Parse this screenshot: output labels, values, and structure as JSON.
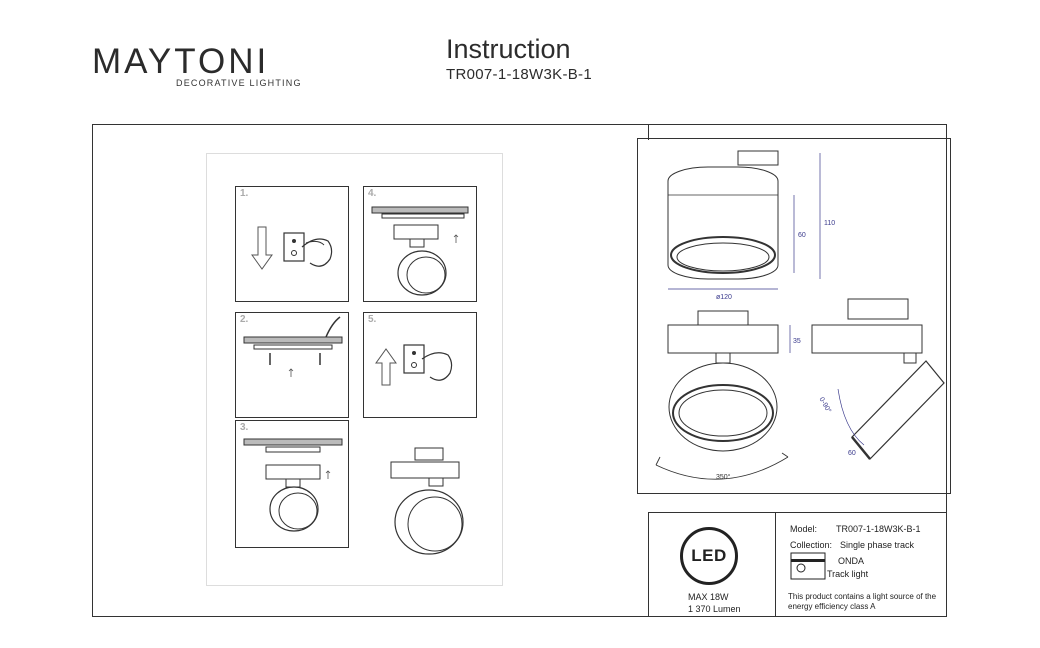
{
  "brand": {
    "name": "MAYTONI",
    "tagline": "DECORATIVE LIGHTING"
  },
  "header": {
    "title": "Instruction",
    "model_code": "TR007-1-18W3K-B-1"
  },
  "steps": [
    {
      "number": "1."
    },
    {
      "number": "2."
    },
    {
      "number": "3."
    },
    {
      "number": "4."
    },
    {
      "number": "5."
    }
  ],
  "drawing": {
    "dim_diameter": "ø120",
    "dim_height_total": "110",
    "dim_height_shade": "60",
    "dim_track": "35",
    "dim_tilt": "0-90°",
    "dim_depth": "60",
    "dim_rotation": "350°"
  },
  "spec": {
    "led_badge": "LED",
    "power": "MAX 18W",
    "lumen": "1 370 Lumen",
    "model_label": "Model:",
    "model_value": "TR007-1-18W3K-B-1",
    "collection_label": "Collection:",
    "collection_value": "Single phase track",
    "series": "ONDA",
    "type": "Track light",
    "energy_note_line1": "This product contains a light source of the",
    "energy_note_line2": "energy efficiency class A"
  },
  "colors": {
    "line": "#333333",
    "dimension": "#3a3a8c",
    "step_num": "#aaaaaa"
  }
}
